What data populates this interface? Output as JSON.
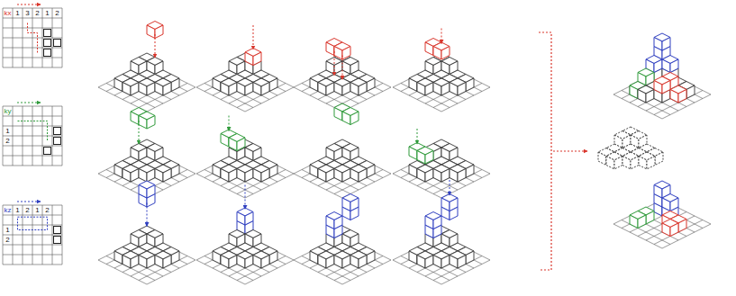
{
  "diagram": {
    "labels": [
      "kx",
      "1",
      "3",
      "2",
      "1",
      "2",
      "ky",
      "1",
      "2",
      "kz",
      "1",
      "2",
      "1",
      "2",
      "1",
      "2"
    ]
  }
}
